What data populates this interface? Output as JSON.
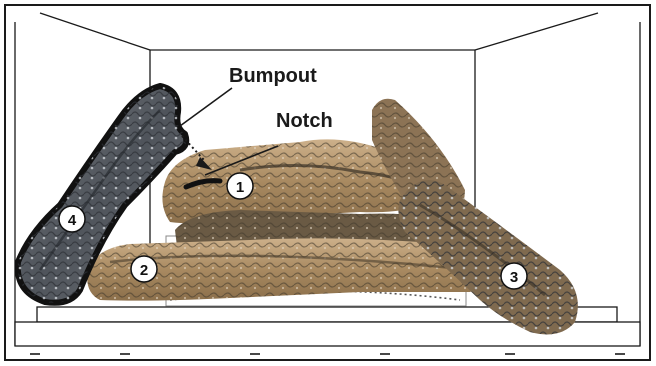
{
  "labels": {
    "bumpout": "Bumpout",
    "notch": "Notch"
  },
  "callouts": [
    "1",
    "2",
    "3",
    "4"
  ],
  "colors": {
    "outline": "#1a1a1a",
    "log_tan": "#b69468",
    "log_dark": "#4e4638",
    "log4_fill": "#5b6068",
    "ember": "#d8d2c6"
  }
}
